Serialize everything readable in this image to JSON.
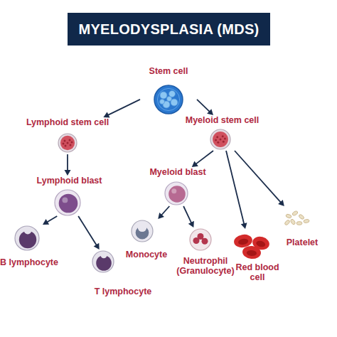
{
  "diagram": {
    "title": "MYELODYSPLASIA (MDS)",
    "nodes": [
      {
        "text": [
          "Stem cell"
        ]
      },
      {
        "text": [
          "Lymphoid stem cell"
        ]
      },
      {
        "text": [
          "Myeloid stem cell"
        ]
      },
      {
        "text": [
          "Lymphoid blast"
        ]
      },
      {
        "text": [
          "Myeloid blast"
        ]
      },
      {
        "text": [
          "Platelet"
        ]
      },
      {
        "text": [
          "B lymphocyte"
        ]
      },
      {
        "text": [
          "T lymphocyte"
        ]
      },
      {
        "text": [
          "Monocyte"
        ]
      },
      {
        "text": [
          "Neutrophil (Granulocyte)"
        ]
      },
      {
        "text": [
          "Red blood cell"
        ]
      }
    ],
    "edges": [
      {
        "from": 0,
        "to": 1,
        "arrow": "to"
      },
      {
        "from": 0,
        "to": 2,
        "arrow": "to"
      },
      {
        "from": 1,
        "to": 3,
        "arrow": "to"
      },
      {
        "from": 2,
        "to": 4,
        "arrow": "to"
      },
      {
        "from": 2,
        "to": 10,
        "arrow": "to"
      },
      {
        "from": 2,
        "to": 5,
        "arrow": "to"
      },
      {
        "from": 3,
        "to": 6,
        "arrow": "to"
      },
      {
        "from": 3,
        "to": 7,
        "arrow": "to"
      },
      {
        "from": 4,
        "to": 8,
        "arrow": "to"
      },
      {
        "from": 4,
        "to": 9,
        "arrow": "to"
      }
    ]
  }
}
